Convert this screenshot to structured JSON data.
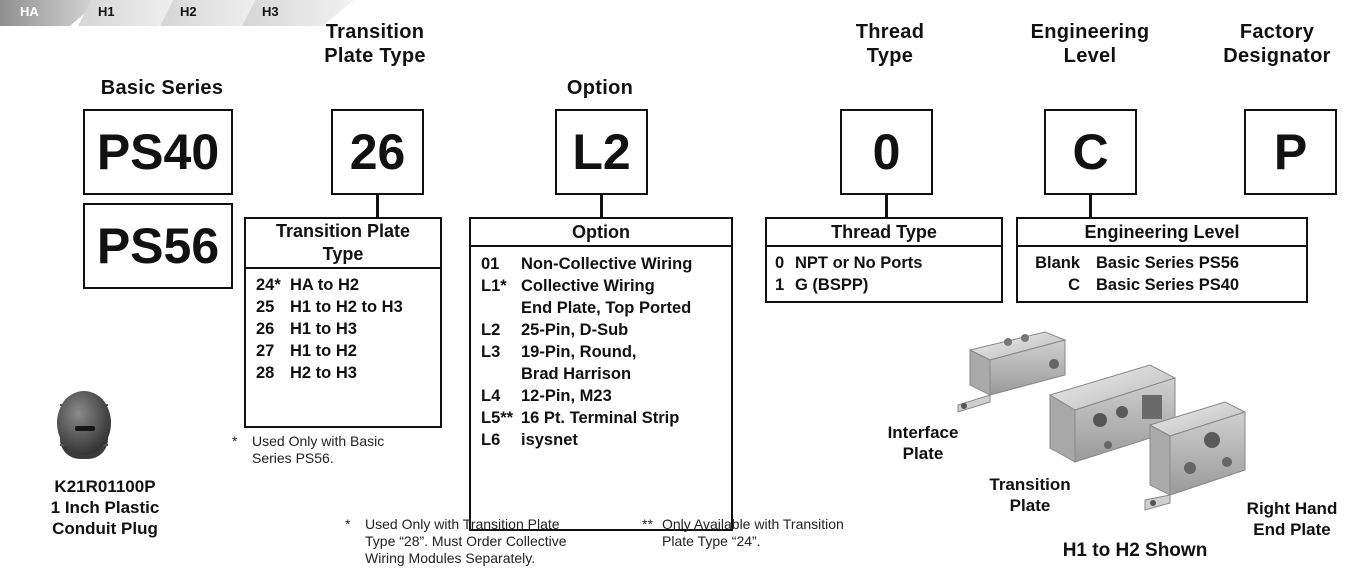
{
  "tabs": [
    "HA",
    "H1",
    "H2",
    "H3"
  ],
  "headers": {
    "basic_series": "Basic Series",
    "transition_plate_type": [
      "Transition",
      "Plate Type"
    ],
    "option": "Option",
    "thread_type": [
      "Thread",
      "Type"
    ],
    "engineering_level": [
      "Engineering",
      "Level"
    ],
    "factory_designator": [
      "Factory",
      "Designator"
    ]
  },
  "codes": {
    "basic_series_1": "PS40",
    "basic_series_2": "PS56",
    "transition_plate_type": "26",
    "option": "L2",
    "thread_type": "0",
    "engineering_level": "C",
    "factory_designator": "P"
  },
  "transition_table": {
    "title": [
      "Transition Plate",
      "Type"
    ],
    "rows": [
      {
        "code": "24*",
        "desc": "HA to H2"
      },
      {
        "code": "25",
        "desc": "H1 to H2 to H3"
      },
      {
        "code": "26",
        "desc": "H1 to H3"
      },
      {
        "code": "27",
        "desc": "H1 to H2"
      },
      {
        "code": "28",
        "desc": "H2 to H3"
      }
    ],
    "footnote_mark": "*",
    "footnote": [
      "Used Only with Basic",
      "Series PS56."
    ]
  },
  "option_table": {
    "title": "Option",
    "rows": [
      {
        "code": "01",
        "desc": [
          "Non-Collective Wiring"
        ]
      },
      {
        "code": "L1*",
        "desc": [
          "Collective Wiring",
          "End Plate, Top Ported"
        ]
      },
      {
        "code": "L2",
        "desc": [
          "25-Pin, D-Sub"
        ]
      },
      {
        "code": "L3",
        "desc": [
          "19-Pin, Round,",
          "Brad Harrison"
        ]
      },
      {
        "code": "L4",
        "desc": [
          "12-Pin, M23"
        ]
      },
      {
        "code": "L5**",
        "desc": [
          "16 Pt. Terminal Strip"
        ]
      },
      {
        "code": "L6",
        "desc": [
          "isysnet"
        ]
      }
    ],
    "footnote1_mark": "*",
    "footnote1": [
      "Used Only with Transition Plate",
      "Type “28”. Must Order Collective",
      "Wiring Modules Separately."
    ],
    "footnote2_mark": "**",
    "footnote2": [
      "Only Available with Transition",
      "Plate Type “24”."
    ]
  },
  "thread_table": {
    "title": "Thread Type",
    "rows": [
      {
        "code": "0",
        "desc": "NPT or No Ports"
      },
      {
        "code": "1",
        "desc": "G (BSPP)"
      }
    ]
  },
  "engineering_table": {
    "title": "Engineering Level",
    "rows": [
      {
        "code": "Blank",
        "desc": "Basic Series PS56"
      },
      {
        "code": "C",
        "desc": "Basic Series PS40"
      }
    ]
  },
  "plug_caption": [
    "K21R01100P",
    "1 Inch Plastic",
    "Conduit Plug"
  ],
  "plate_labels": {
    "interface": [
      "Interface",
      "Plate"
    ],
    "transition": [
      "Transition",
      "Plate"
    ],
    "right_hand": [
      "Right Hand",
      "End Plate"
    ],
    "shown": "H1 to H2 Shown"
  }
}
